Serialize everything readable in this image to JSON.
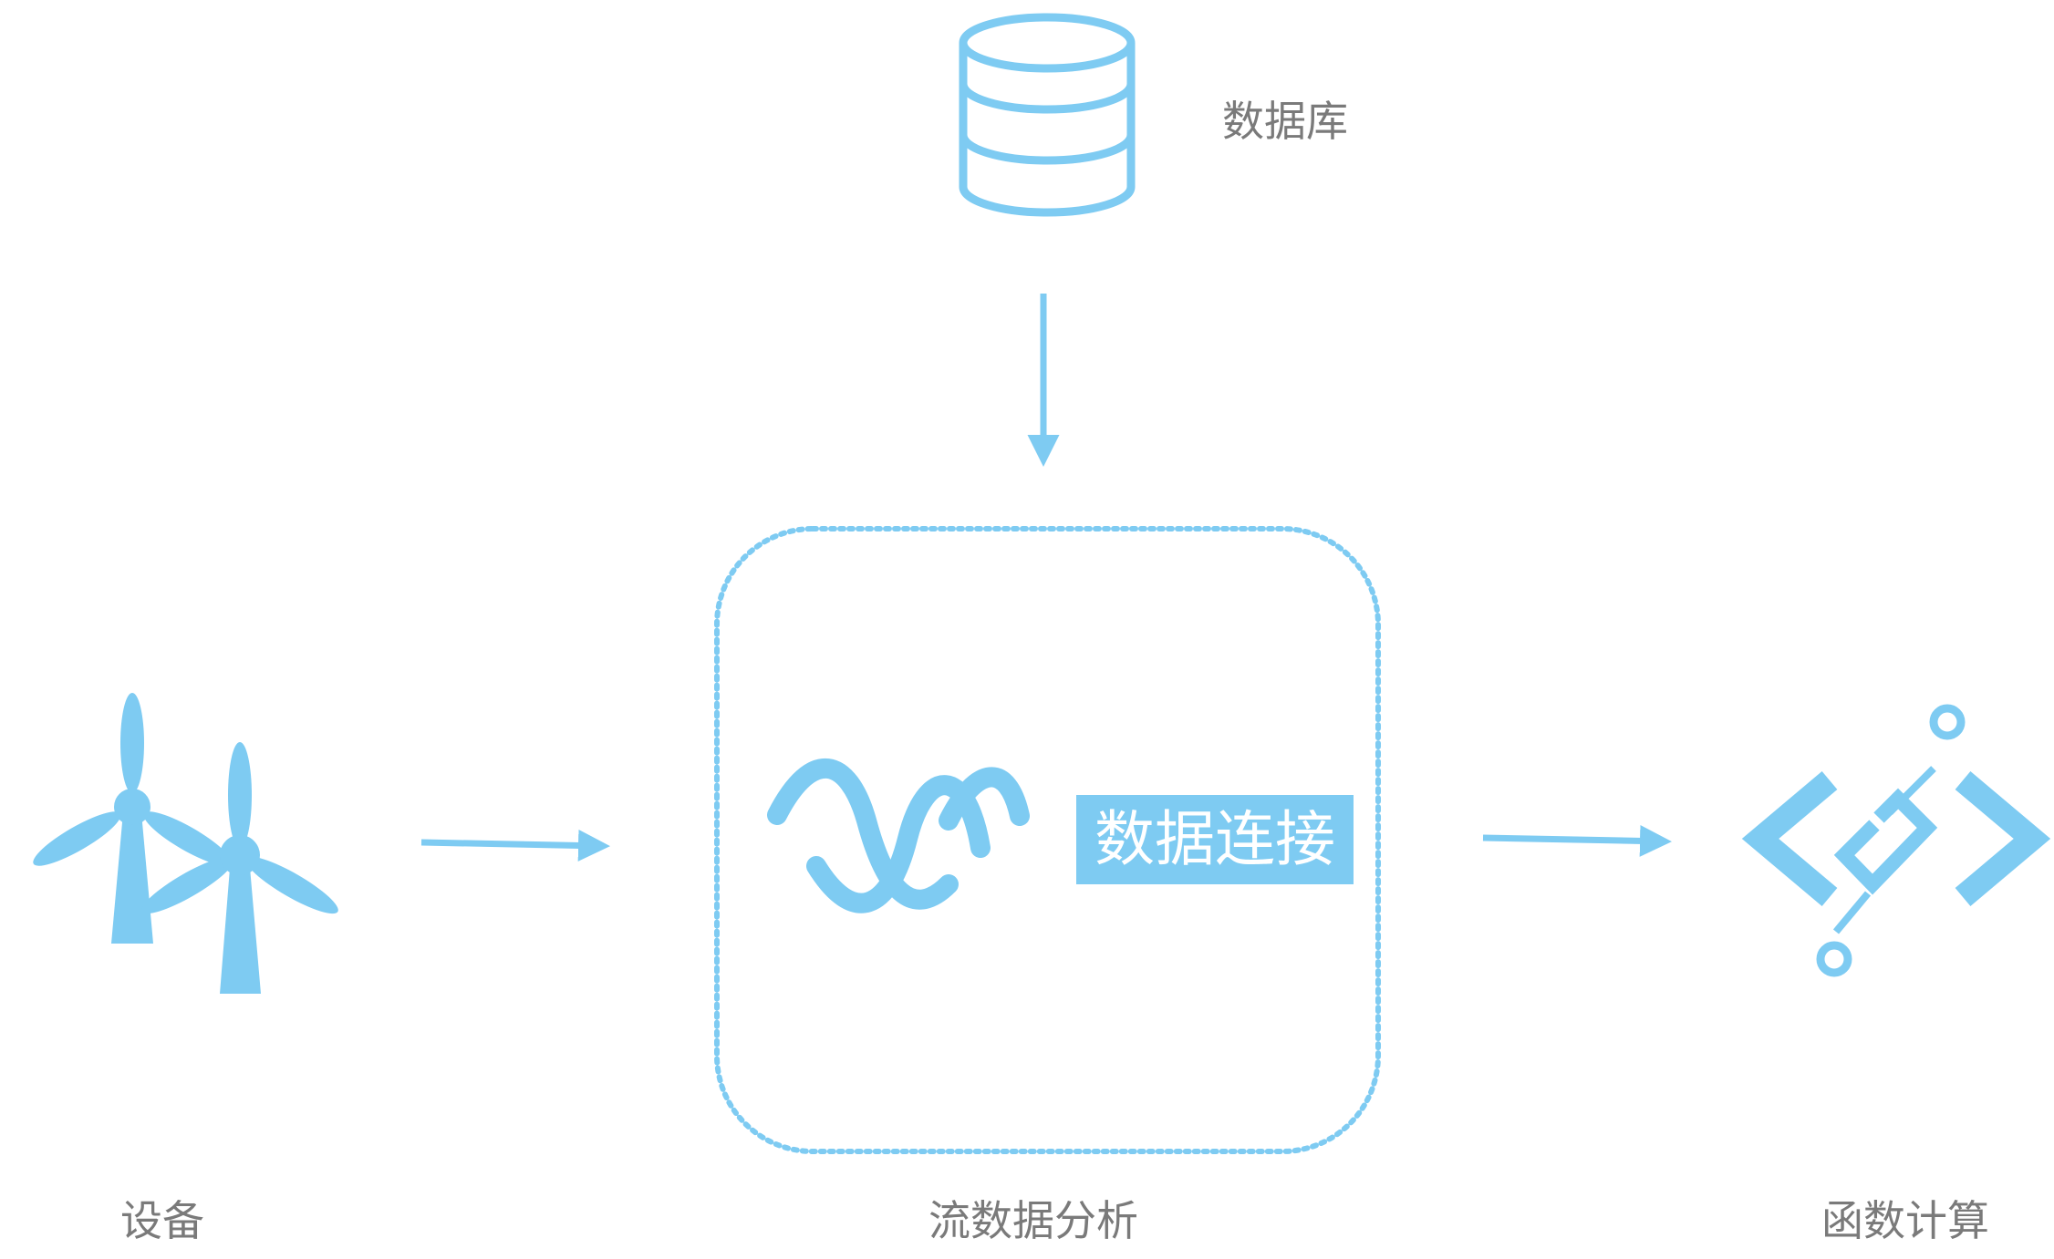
{
  "nodes": {
    "database": {
      "label": "数据库",
      "icon": "database-icon"
    },
    "device": {
      "label": "设备",
      "icon": "wind-turbine-icon"
    },
    "stream": {
      "label": "流数据分析",
      "icon": "stream-wave-icon",
      "badge": "数据连接"
    },
    "function": {
      "label": "函数计算",
      "icon": "function-compute-icon"
    }
  },
  "colors": {
    "accent": "#7ecbf2",
    "label_text": "#7a7a7a",
    "background": "#ffffff"
  }
}
